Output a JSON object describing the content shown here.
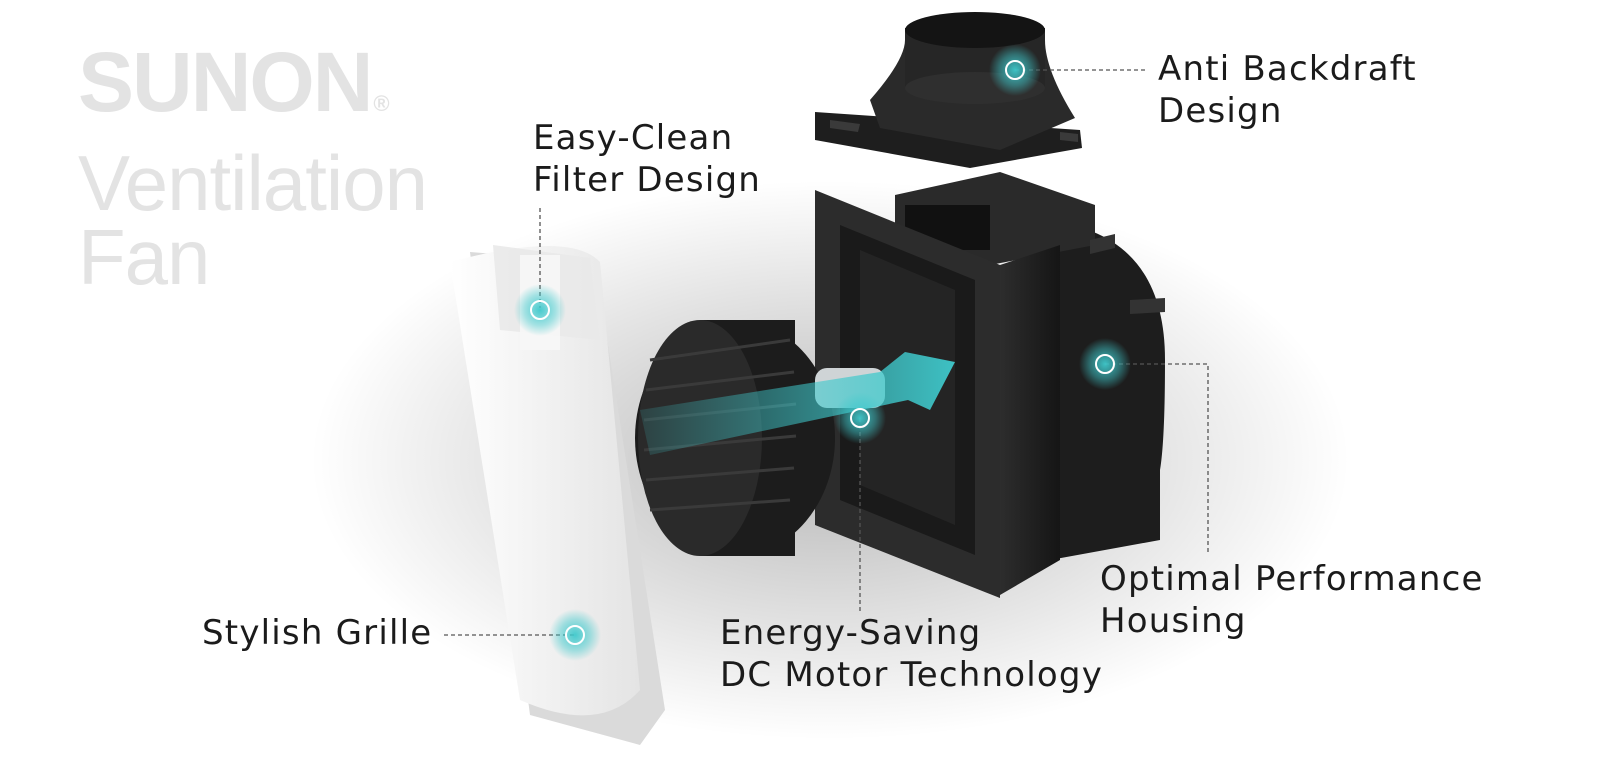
{
  "brand": {
    "logo_text": "SUNON",
    "registered_mark": "®",
    "product_line_1": "Ventilation",
    "product_line_2": "Fan"
  },
  "callouts": {
    "anti_backdraft": {
      "line1": "Anti Backdraft",
      "line2": "Design"
    },
    "easy_clean": {
      "line1": "Easy-Clean",
      "line2": "Filter Design"
    },
    "optimal_housing": {
      "line1": "Optimal Performance",
      "line2": "Housing"
    },
    "energy_saving": {
      "line1": "Energy-Saving",
      "line2": "DC Motor Technology"
    },
    "stylish_grille": {
      "line1": "Stylish Grille"
    }
  },
  "colors": {
    "accent": "#3fc9cc",
    "housing": "#242424",
    "grille": "#f4f4f4",
    "brand_text": "#e3e3e3"
  }
}
